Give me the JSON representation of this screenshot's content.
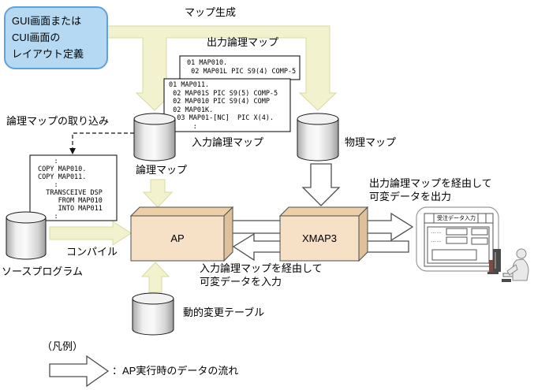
{
  "generation": {
    "trigger_label": "マップ生成",
    "layout_definition": "GUI画面または\nCUI画面の\nレイアウト定義",
    "compile_label": "コンパイル",
    "import_label": "論理マップの取り込み"
  },
  "maps": {
    "output_logical_map_label": "出力論理マップ",
    "output_logical_map_code": "01 MAP010.\n 02 MAP01L PIC S9(4) COMP-5",
    "input_logical_map_label": "入力論理マップ",
    "input_logical_map_code": "01 MAP011.\n 02 MAP01S PIC S9(5) COMP-5\n 02 MAP010 PIC S9(4) COMP\n 02 MAP01K.\n  03 MAP01-[NC]  PIC X(4).\n      :",
    "logical_map_label": "論理マップ",
    "physical_map_label": "物理マップ"
  },
  "program": {
    "source_program_label": "ソースプログラム",
    "source_program_code": "    :\nCOPY MAP010.\nCOPY MAP011.\n    :\n  TRANSCEIVE DSP\n     FROM MAP010\n     INTO MAP011\n    :",
    "ap_label": "AP",
    "xmap3_label": "XMAP3",
    "dynamic_change_table_label": "動的変更テーブル"
  },
  "runtime": {
    "output_note": "出力論理マップを経由して\n可変データを出力",
    "input_note": "入力論理マップを経由して\n可変データを入力"
  },
  "screen": {
    "title": "受注データ入力",
    "field_dots": "……"
  },
  "legend": {
    "heading": "（凡例）",
    "arrow_meaning": "：AP実行時のデータの流れ"
  },
  "colors": {
    "layout_box_fill": "#b5d9f2",
    "layout_box_border": "#64a0dc",
    "generation_fill": "#f2f2cf",
    "generation_border": "#d9d9a2",
    "component_front": "#f6e0c6",
    "component_top": "#eccfa6",
    "component_side": "#dfc09a",
    "dataflow_fill": "#ffffff",
    "dataflow_border": "#4d4d4d"
  }
}
